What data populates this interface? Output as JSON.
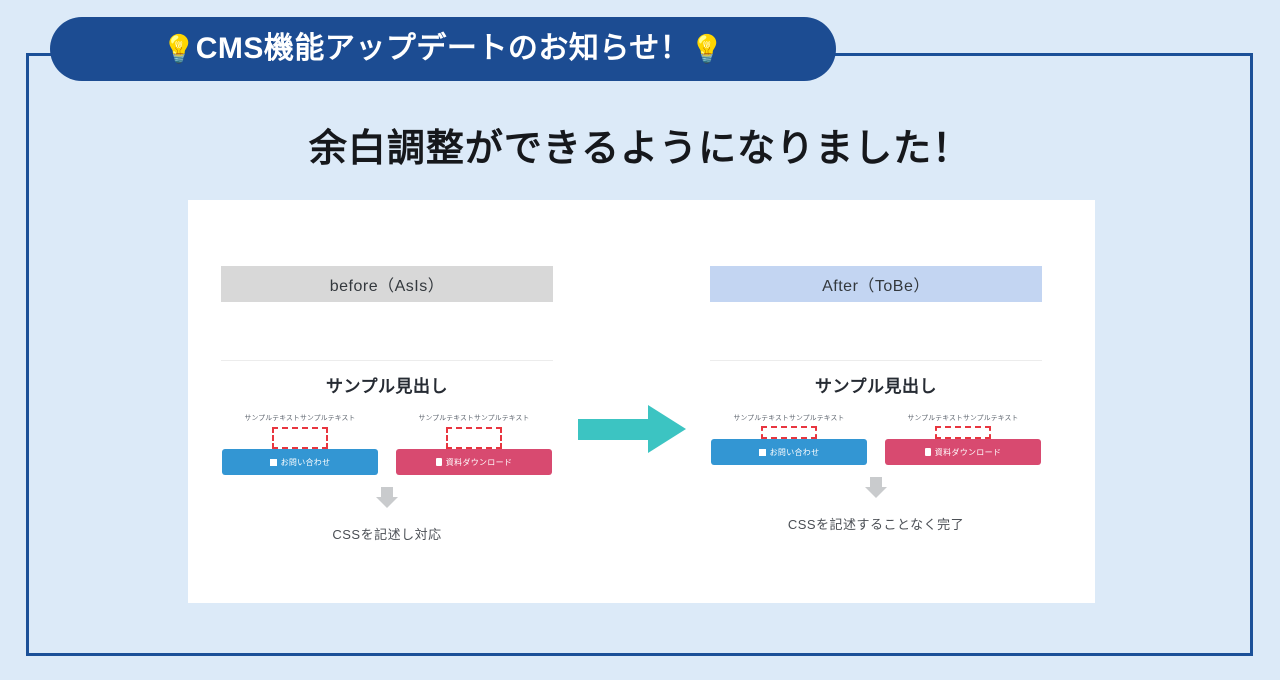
{
  "header": {
    "badge_prefix_icon": "lightbulb-icon",
    "badge_prefix_glyph": "💡",
    "badge_text": "CMS機能アップデートのお知らせ！",
    "badge_suffix_icon": "lightbulb-icon",
    "badge_suffix_glyph": "💡",
    "badge_bg_color": "#1c4c92",
    "badge_text_color": "#ffffff"
  },
  "main": {
    "title": "余白調整ができるようになりました！",
    "title_color": "#16181c",
    "page_bg_color": "#dceaf8",
    "frame_border_color": "#1b5098",
    "card_bg_color": "#ffffff"
  },
  "comparison": {
    "middle_arrow_icon": "arrow-right-icon",
    "middle_arrow_color": "#3cc4c2",
    "columns": [
      {
        "id": "before",
        "bar_label": "before（AsIs）",
        "bar_bg_color": "#d8d8d8",
        "preview": {
          "heading": "サンプル見出し",
          "ctas": [
            {
              "note": "サンプルテキストサンプルテキスト",
              "icon": "mail-icon",
              "label": "お問い合わせ",
              "color": "#3396d3",
              "margin_box_color": "#e8353f",
              "margin_box_size": "wide"
            },
            {
              "note": "サンプルテキストサンプルテキスト",
              "icon": "document-icon",
              "label": "資料ダウンロード",
              "color": "#d84a70",
              "margin_box_color": "#e8353f",
              "margin_box_size": "wide"
            }
          ]
        },
        "flow_arrow_icon": "arrow-down-icon",
        "flow_caption": "CSSを記述し対応"
      },
      {
        "id": "after",
        "bar_label": "After（ToBe）",
        "bar_bg_color": "#c3d5f2",
        "preview": {
          "heading": "サンプル見出し",
          "ctas": [
            {
              "note": "サンプルテキストサンプルテキスト",
              "icon": "mail-icon",
              "label": "お問い合わせ",
              "color": "#3396d3",
              "margin_box_color": "#e8353f",
              "margin_box_size": "short"
            },
            {
              "note": "サンプルテキストサンプルテキスト",
              "icon": "document-icon",
              "label": "資料ダウンロード",
              "color": "#d84a70",
              "margin_box_color": "#e8353f",
              "margin_box_size": "short"
            }
          ]
        },
        "flow_arrow_icon": "arrow-down-icon",
        "flow_caption": "CSSを記述することなく完了"
      }
    ]
  }
}
